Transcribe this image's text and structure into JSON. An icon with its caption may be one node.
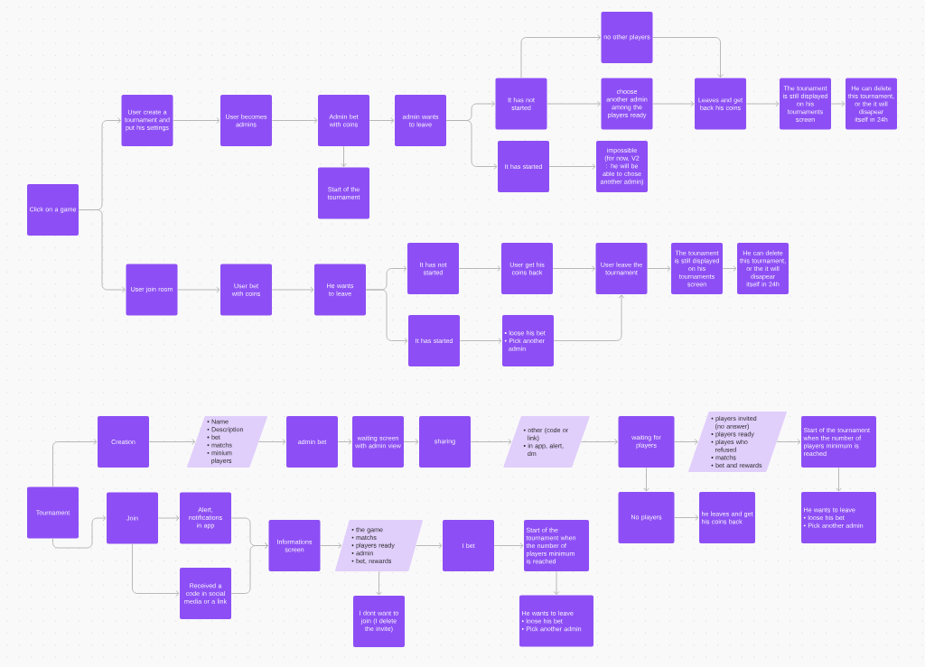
{
  "diagram": {
    "nodes": [
      {
        "text": [
          "Click on a game"
        ]
      },
      {
        "text": [
          "User create a tournament and put his settings"
        ]
      },
      {
        "text": [
          "User becomes admins"
        ]
      },
      {
        "text": [
          "Admin bet with coins"
        ]
      },
      {
        "text": [
          "admin wants to leave"
        ]
      },
      {
        "text": [
          "Start of the tournament"
        ]
      },
      {
        "text": [
          "no other players"
        ]
      },
      {
        "text": [
          "It has not started"
        ]
      },
      {
        "text": [
          "choose another admin among the players ready"
        ]
      },
      {
        "text": [
          "Leaves and get back his coins"
        ]
      },
      {
        "text": [
          "The tounament is still displayed on his tournaments screen"
        ]
      },
      {
        "text": [
          "He can delete this tournament, or the it will disapear itself in 24h"
        ]
      },
      {
        "text": [
          "It has started"
        ]
      },
      {
        "text": [
          "impossible (for now, V2 : he will be able to chose another admin)"
        ]
      },
      {
        "text": [
          "User join room"
        ]
      },
      {
        "text": [
          "User bet with coins"
        ]
      },
      {
        "text": [
          "He wants to leave"
        ]
      },
      {
        "text": [
          "It has not started"
        ]
      },
      {
        "text": [
          "It has started"
        ]
      },
      {
        "text": [
          "User get his coins back"
        ]
      },
      {
        "text": [
          "• loose his bet",
          "• Pick another admin"
        ]
      },
      {
        "text": [
          "User leave the tournament"
        ]
      },
      {
        "text": [
          "The tounament is still displayed on his tournaments screen"
        ]
      },
      {
        "text": [
          "He can delete this tournament, or the it will disapear itself in 24h"
        ]
      },
      {
        "text": [
          "Tournament"
        ]
      },
      {
        "text": [
          "Creation"
        ]
      },
      {
        "text": [
          "• Name",
          "• Description",
          "• bet",
          "• matchs",
          "• minium players"
        ]
      },
      {
        "text": [
          "admin bet"
        ]
      },
      {
        "text": [
          "waiting screen with admin view"
        ]
      },
      {
        "text": [
          "sharing"
        ]
      },
      {
        "text": [
          "• other (code or link)",
          "• in app, alert, dm"
        ]
      },
      {
        "text": [
          "waiting for players"
        ]
      },
      {
        "text": [
          "• players invited (no answer)",
          "• players ready",
          "• playes who refused",
          "• matchs",
          "• bet and rewards"
        ]
      },
      {
        "text": [
          "Start of the tournament when the number of players minimum is reached"
        ]
      },
      {
        "text": [
          "No players"
        ]
      },
      {
        "text": [
          "he leaves and get his coins back"
        ]
      },
      {
        "text": [
          "He wants to leave",
          "• loose his bet",
          "• Pick another admin"
        ]
      },
      {
        "text": [
          "Join"
        ]
      },
      {
        "text": [
          "Alert, notifications in app"
        ]
      },
      {
        "text": [
          "Received a code in social media or a link"
        ]
      },
      {
        "text": [
          "Informations screen"
        ]
      },
      {
        "text": [
          "• the game",
          "• matchs",
          "• players ready",
          "• admin",
          "• bet, rewards"
        ]
      },
      {
        "text": [
          "I bet"
        ]
      },
      {
        "text": [
          "I dont want to join (I delete the invite)"
        ]
      },
      {
        "text": [
          "Start of the tournament when the number of players minimum is reached"
        ]
      },
      {
        "text": [
          "He wants to leave",
          "• loose his bet",
          "• Pick another admin"
        ]
      }
    ],
    "edges": [
      {
        "from": 0,
        "to": 1,
        "arrow": "to"
      },
      {
        "from": 0,
        "to": 14,
        "arrow": "to"
      },
      {
        "from": 1,
        "to": 2,
        "arrow": "to"
      },
      {
        "from": 2,
        "to": 3,
        "arrow": "to"
      },
      {
        "from": 3,
        "to": 4,
        "arrow": "to"
      },
      {
        "from": 3,
        "to": 5,
        "arrow": "to"
      },
      {
        "from": 4,
        "to": 7,
        "arrow": "to"
      },
      {
        "from": 4,
        "to": 12,
        "arrow": "to"
      },
      {
        "from": 7,
        "to": 6,
        "arrow": "to"
      },
      {
        "from": 7,
        "to": 8,
        "arrow": "to"
      },
      {
        "from": 6,
        "to": 9,
        "arrow": "to"
      },
      {
        "from": 8,
        "to": 9,
        "arrow": "to"
      },
      {
        "from": 9,
        "to": 10,
        "arrow": "to"
      },
      {
        "from": 10,
        "to": 11,
        "arrow": "to"
      },
      {
        "from": 12,
        "to": 13,
        "arrow": "to"
      },
      {
        "from": 14,
        "to": 15,
        "arrow": "to"
      },
      {
        "from": 15,
        "to": 16,
        "arrow": "to"
      },
      {
        "from": 16,
        "to": 17,
        "arrow": "to"
      },
      {
        "from": 16,
        "to": 18,
        "arrow": "to"
      },
      {
        "from": 17,
        "to": 19,
        "arrow": "to"
      },
      {
        "from": 18,
        "to": 20,
        "arrow": "to"
      },
      {
        "from": 19,
        "to": 21,
        "arrow": "to"
      },
      {
        "from": 20,
        "to": 21,
        "arrow": "to"
      },
      {
        "from": 21,
        "to": 22,
        "arrow": "to"
      },
      {
        "from": 22,
        "to": 23,
        "arrow": "to"
      },
      {
        "from": 24,
        "to": 25,
        "arrow": "to"
      },
      {
        "from": 24,
        "to": 37,
        "arrow": "to"
      },
      {
        "from": 25,
        "to": 26,
        "arrow": "to"
      },
      {
        "from": 26,
        "to": 27,
        "arrow": "to"
      },
      {
        "from": 27,
        "to": 28,
        "arrow": "to"
      },
      {
        "from": 28,
        "to": 29,
        "arrow": "to"
      },
      {
        "from": 29,
        "to": 30,
        "arrow": "to"
      },
      {
        "from": 30,
        "to": 31,
        "arrow": "to"
      },
      {
        "from": 31,
        "to": 32,
        "arrow": "to"
      },
      {
        "from": 32,
        "to": 33,
        "arrow": "to"
      },
      {
        "from": 31,
        "to": 34,
        "arrow": "to"
      },
      {
        "from": 33,
        "to": 36,
        "arrow": "to"
      },
      {
        "from": 34,
        "to": 35,
        "arrow": "to"
      },
      {
        "from": 37,
        "to": 38,
        "arrow": "to"
      },
      {
        "from": 37,
        "to": 39,
        "arrow": "to"
      },
      {
        "from": 38,
        "to": 40,
        "arrow": "to"
      },
      {
        "from": 39,
        "to": 40,
        "arrow": "to"
      },
      {
        "from": 40,
        "to": 41,
        "arrow": "to"
      },
      {
        "from": 41,
        "to": 42,
        "arrow": "to"
      },
      {
        "from": 41,
        "to": 43,
        "arrow": "to"
      },
      {
        "from": 42,
        "to": 44,
        "arrow": "to"
      },
      {
        "from": 44,
        "to": 45,
        "arrow": "to"
      }
    ]
  }
}
